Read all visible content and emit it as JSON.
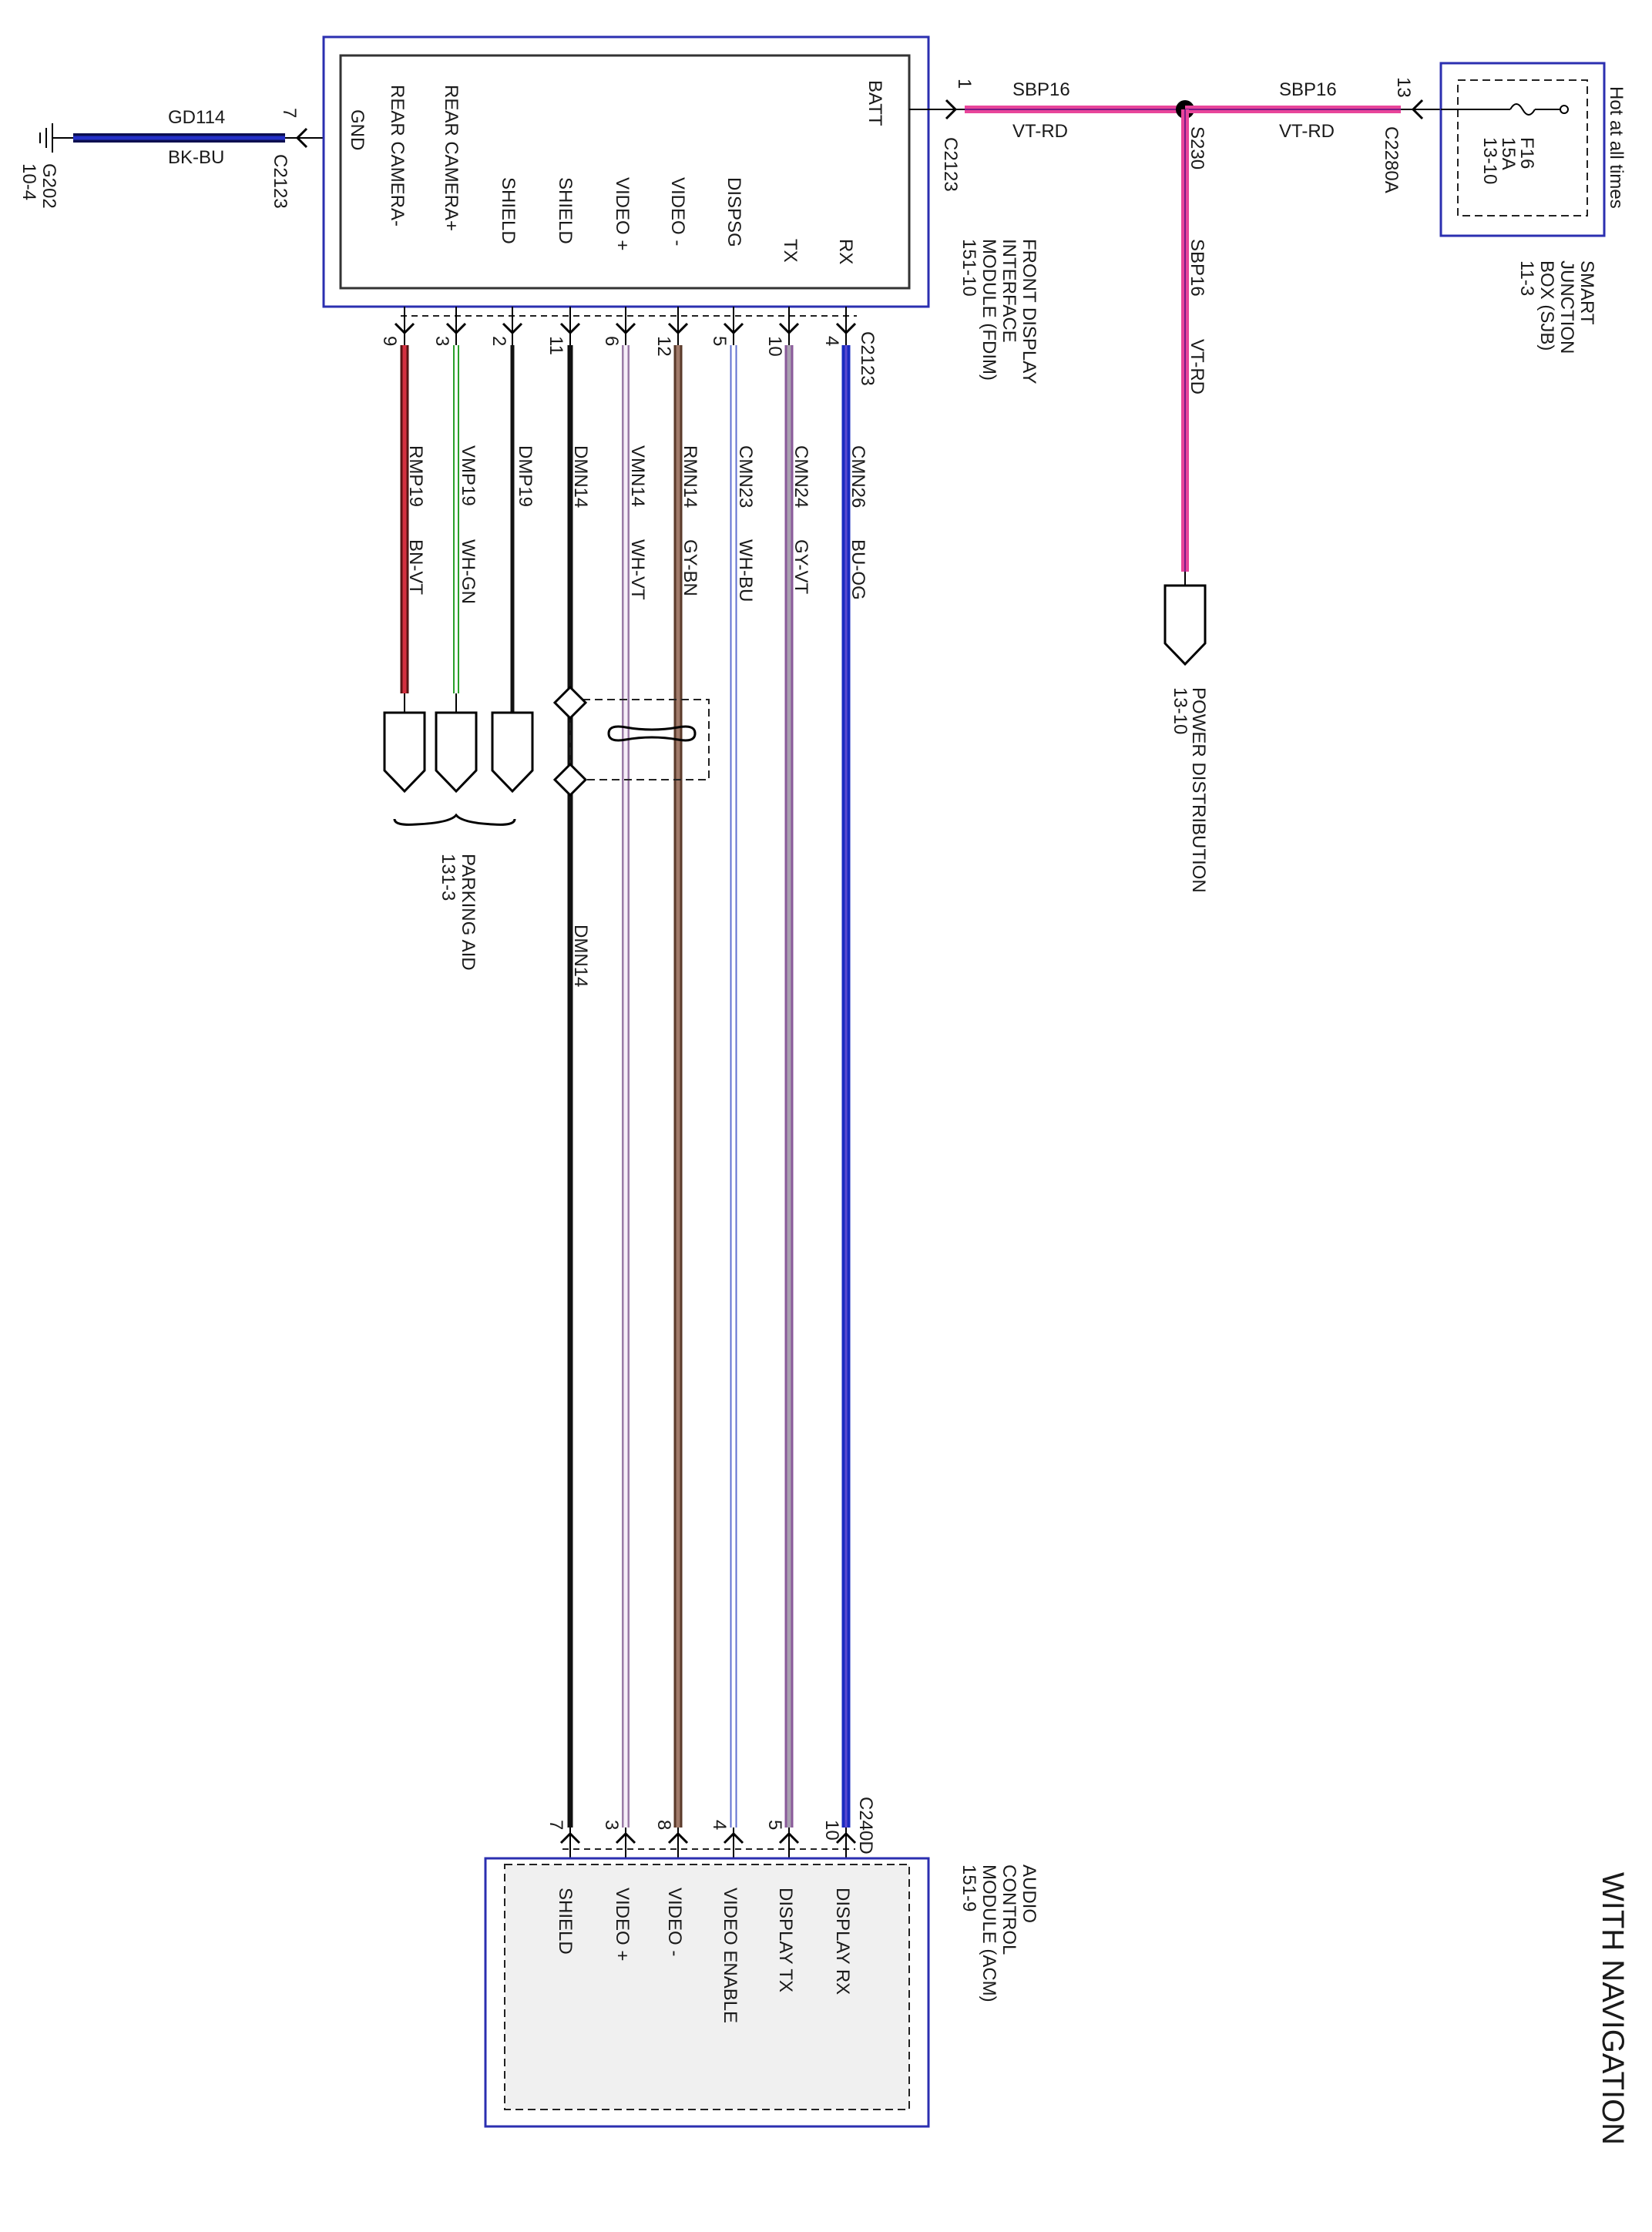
{
  "title": "WITH NAVIGATION",
  "ground": {
    "ref": "G202",
    "page": "10-4"
  },
  "gnd_circuit": {
    "code": "GD114",
    "color": "BK-BU",
    "pin": "7",
    "connector": "C2123"
  },
  "fdim": {
    "name_lines": [
      "FRONT DISPLAY",
      "INTERFACE",
      "MODULE (FDIM)",
      "151-10"
    ],
    "connector": "C2123",
    "pins": [
      "GND",
      "REAR CAMERA-",
      "REAR CAMERA+",
      "SHIELD",
      "SHIELD",
      "VIDEO +",
      "VIDEO -",
      "DISPSG",
      "TX",
      "RX",
      "BATT"
    ]
  },
  "batt_circuit": {
    "code": "SBP16",
    "color": "VT-RD",
    "pin": "1",
    "connector": "C2123"
  },
  "splice": {
    "ref": "S230"
  },
  "sjb_circuit": {
    "code": "SBP16",
    "color": "VT-RD",
    "pin": "13",
    "connector": "C2280A"
  },
  "power_dist": {
    "code": "SBP16",
    "color": "VT-RD",
    "label": "POWER DISTRIBUTION",
    "page": "13-10"
  },
  "sjb": {
    "name_lines": [
      "SMART",
      "JUNCTION",
      "BOX (SJB)",
      "11-3"
    ],
    "hot": "Hot at all times",
    "fuse": [
      "F16",
      "15A",
      "13-10"
    ]
  },
  "fdim_wires": [
    {
      "pin": "9",
      "code": "RMP19",
      "color": "BN-VT"
    },
    {
      "pin": "3",
      "code": "VMP19",
      "color": "WH-GN"
    },
    {
      "pin": "2",
      "code": "DMP19",
      "color": ""
    },
    {
      "pin": "11",
      "code": "DMN14",
      "color": ""
    },
    {
      "pin": "6",
      "code": "VMN14",
      "color": "WH-VT"
    },
    {
      "pin": "12",
      "code": "RMN14",
      "color": "GY-BN"
    },
    {
      "pin": "5",
      "code": "CMN23",
      "color": "WH-BU"
    },
    {
      "pin": "10",
      "code": "CMN24",
      "color": "GY-VT"
    },
    {
      "pin": "4",
      "code": "CMN26",
      "color": "BU-OG"
    }
  ],
  "fdim_bottom_connector": "C2123",
  "parking_aid": {
    "label": "PARKING AID",
    "page": "131-3"
  },
  "dmn14_lower": "DMN14",
  "acm_connector": "C240D",
  "acm_pins": [
    {
      "pin": "7",
      "name": "SHIELD"
    },
    {
      "pin": "3",
      "name": "VIDEO +"
    },
    {
      "pin": "8",
      "name": "VIDEO -"
    },
    {
      "pin": "4",
      "name": "VIDEO ENABLE"
    },
    {
      "pin": "5",
      "name": "DISPLAY TX"
    },
    {
      "pin": "10",
      "name": "DISPLAY RX"
    }
  ],
  "acm": {
    "name_lines": [
      "AUDIO",
      "CONTROL",
      "MODULE (ACM)",
      "151-9"
    ]
  },
  "colors": {
    "border": "#2b2fb0",
    "pink": "#e8459a",
    "blue": "#1a2bc0"
  }
}
